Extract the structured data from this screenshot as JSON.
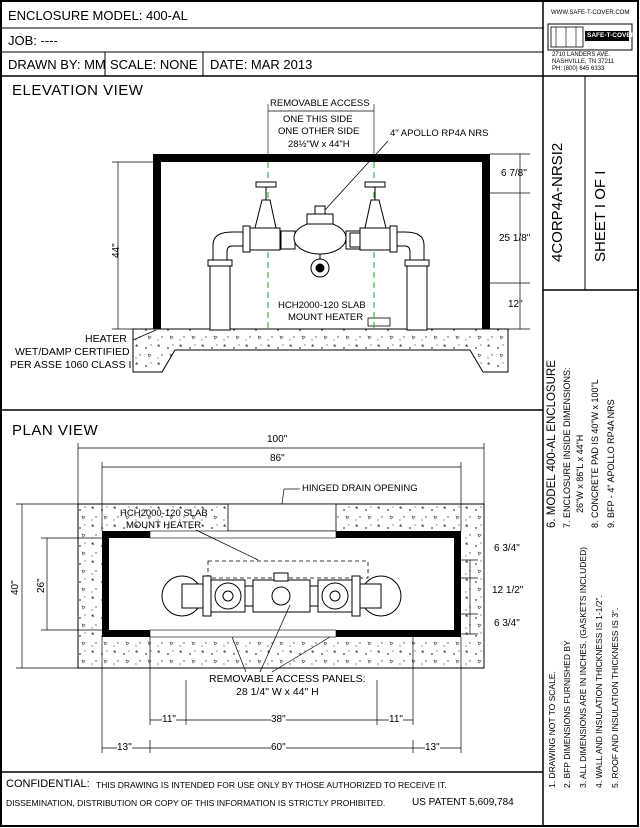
{
  "title_block": {
    "enclosure_model": "ENCLOSURE MODEL: 400-AL",
    "job": "JOB: ----",
    "drawn_by": "DRAWN BY: MM",
    "scale": "SCALE: NONE",
    "date": "DATE: MAR 2013"
  },
  "company": {
    "website": "WWW.SAFE-T-COVER.COM",
    "logo_text": "SAFE-T-COVER",
    "address_line1": "2710 LANDERS AVE.",
    "address_line2": "NASHVILLE, TN 37211",
    "phone": "PH: (800) 645 6333"
  },
  "sheet": {
    "part_number": "4CORP4A-NRSI2",
    "sheet_label": "SHEET I OF I"
  },
  "elevation": {
    "heading": "ELEVATION VIEW",
    "access_title": "REMOVABLE ACCESS",
    "access_line1": "ONE THIS SIDE",
    "access_line2": "ONE OTHER SIDE",
    "access_size": "28½\"W x 44\"H",
    "valve_label": "4\" APOLLO RP4A NRS",
    "dim_height": "44\"",
    "dim_top": "6 7/8\"",
    "dim_mid": "25 1/8\"",
    "dim_bottom": "12\"",
    "heater_label1": "HCH2000-120 SLAB",
    "heater_label2": "MOUNT HEATER",
    "heater_note1": "HEATER",
    "heater_note2": "WET/DAMP CERTIFIED",
    "heater_note3": "PER ASSE 1060 CLASS I"
  },
  "plan": {
    "heading": "PLAN VIEW",
    "dim_100": "100\"",
    "dim_86": "86\"",
    "dim_40": "40\"",
    "dim_26": "26\"",
    "dim_r1": "6 3/4\"",
    "dim_r2": "12 1/2\"",
    "dim_r3": "6 3/4\"",
    "heater_label1": "HCH2000-120 SLAB",
    "heater_label2": "MOUNT HEATER",
    "drain_label": "HINGED DRAIN OPENING",
    "panels_label1": "REMOVABLE ACCESS PANELS:",
    "panels_label2": "28 1/4\" W x 44\" H",
    "dim_11a": "11\"",
    "dim_38": "38\"",
    "dim_11b": "11\"",
    "dim_13a": "13\"",
    "dim_60": "60\"",
    "dim_13b": "13\""
  },
  "spec_notes": {
    "n6": "6.  MODEL 400-AL ENCLOSURE",
    "n7a": "7.  ENCLOSURE INSIDE DIMENSIONS:",
    "n7b": "26\"W x 86\"L x 44\"H",
    "n8": "8.  CONCRETE PAD IS 40\"W x 100\"L",
    "n9": "9.  BFP - 4\" APOLLO RP4A NRS"
  },
  "general_notes": {
    "n1": "1.  DRAWING NOT TO SCALE.",
    "n2a": "2.  BFP DIMENSIONS FURNISHED BY",
    "n3": "3.  ALL DIMENSIONS ARE IN INCHES. (GASKETS INCLUDED)",
    "n4": "4.  WALL AND INSULATION THICKNESS IS 1-1/2\".",
    "n5": "5.  ROOF AND INSULATION THICKNESS IS 3\"."
  },
  "footer": {
    "confidential_label": "CONFIDENTIAL:",
    "line1": "THIS DRAWING IS INTENDED FOR USE ONLY BY THOSE AUTHORIZED TO RECEIVE IT.",
    "line2": "DISSEMINATION, DISTRIBUTION OR COPY OF THIS INFORMATION IS STRICTLY PROHIBITED.",
    "patent": "US PATENT 5,609,784"
  }
}
